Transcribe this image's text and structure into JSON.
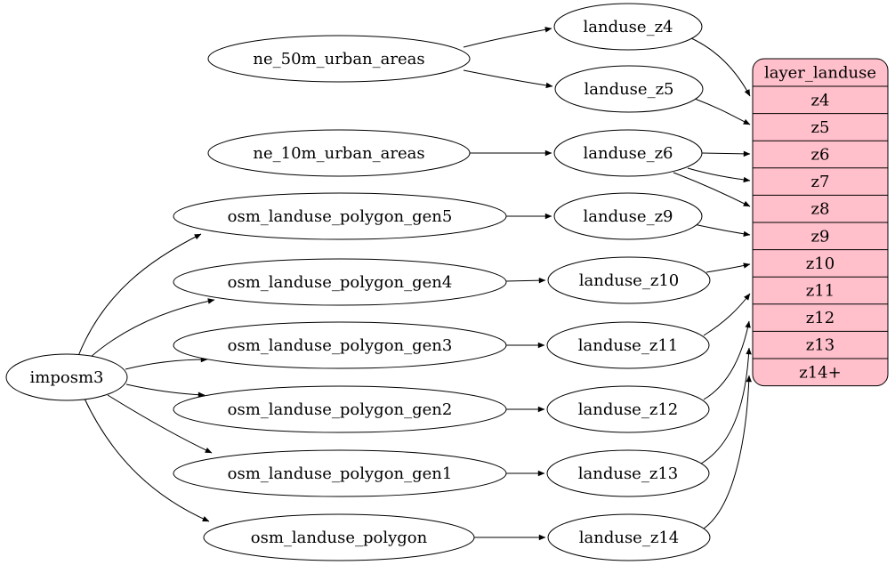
{
  "diagram": {
    "type": "directed-graph",
    "colors": {
      "background": "#ffffff",
      "node_fill": "#ffffff",
      "edge_stroke": "#000000",
      "table_fill": "#ffc0cb",
      "text": "#000000"
    },
    "nodes": {
      "imposm3": "imposm3",
      "ne_50m_urban_areas": "ne_50m_urban_areas",
      "ne_10m_urban_areas": "ne_10m_urban_areas",
      "osm_landuse_polygon_gen5": "osm_landuse_polygon_gen5",
      "osm_landuse_polygon_gen4": "osm_landuse_polygon_gen4",
      "osm_landuse_polygon_gen3": "osm_landuse_polygon_gen3",
      "osm_landuse_polygon_gen2": "osm_landuse_polygon_gen2",
      "osm_landuse_polygon_gen1": "osm_landuse_polygon_gen1",
      "osm_landuse_polygon": "osm_landuse_polygon",
      "landuse_z4": "landuse_z4",
      "landuse_z5": "landuse_z5",
      "landuse_z6": "landuse_z6",
      "landuse_z9": "landuse_z9",
      "landuse_z10": "landuse_z10",
      "landuse_z11": "landuse_z11",
      "landuse_z12": "landuse_z12",
      "landuse_z13": "landuse_z13",
      "landuse_z14": "landuse_z14"
    },
    "table": {
      "title": "layer_landuse",
      "rows": [
        "z4",
        "z5",
        "z6",
        "z7",
        "z8",
        "z9",
        "z10",
        "z11",
        "z12",
        "z13",
        "z14+"
      ]
    },
    "edges": [
      {
        "from": "ne_50m_urban_areas",
        "to": "landuse_z4"
      },
      {
        "from": "ne_50m_urban_areas",
        "to": "landuse_z5"
      },
      {
        "from": "ne_10m_urban_areas",
        "to": "landuse_z6"
      },
      {
        "from": "imposm3",
        "to": "osm_landuse_polygon_gen5"
      },
      {
        "from": "imposm3",
        "to": "osm_landuse_polygon_gen4"
      },
      {
        "from": "imposm3",
        "to": "osm_landuse_polygon_gen3"
      },
      {
        "from": "imposm3",
        "to": "osm_landuse_polygon_gen2"
      },
      {
        "from": "imposm3",
        "to": "osm_landuse_polygon_gen1"
      },
      {
        "from": "imposm3",
        "to": "osm_landuse_polygon"
      },
      {
        "from": "osm_landuse_polygon_gen5",
        "to": "landuse_z9"
      },
      {
        "from": "osm_landuse_polygon_gen4",
        "to": "landuse_z10"
      },
      {
        "from": "osm_landuse_polygon_gen3",
        "to": "landuse_z11"
      },
      {
        "from": "osm_landuse_polygon_gen2",
        "to": "landuse_z12"
      },
      {
        "from": "osm_landuse_polygon_gen1",
        "to": "landuse_z13"
      },
      {
        "from": "osm_landuse_polygon",
        "to": "landuse_z14"
      },
      {
        "from": "landuse_z4",
        "to": "layer_landuse:z4"
      },
      {
        "from": "landuse_z5",
        "to": "layer_landuse:z5"
      },
      {
        "from": "landuse_z6",
        "to": "layer_landuse:z6"
      },
      {
        "from": "landuse_z6",
        "to": "layer_landuse:z7"
      },
      {
        "from": "landuse_z6",
        "to": "layer_landuse:z8"
      },
      {
        "from": "landuse_z9",
        "to": "layer_landuse:z9"
      },
      {
        "from": "landuse_z10",
        "to": "layer_landuse:z10"
      },
      {
        "from": "landuse_z11",
        "to": "layer_landuse:z11"
      },
      {
        "from": "landuse_z12",
        "to": "layer_landuse:z12"
      },
      {
        "from": "landuse_z13",
        "to": "layer_landuse:z13"
      },
      {
        "from": "landuse_z14",
        "to": "layer_landuse:z14+"
      }
    ]
  }
}
